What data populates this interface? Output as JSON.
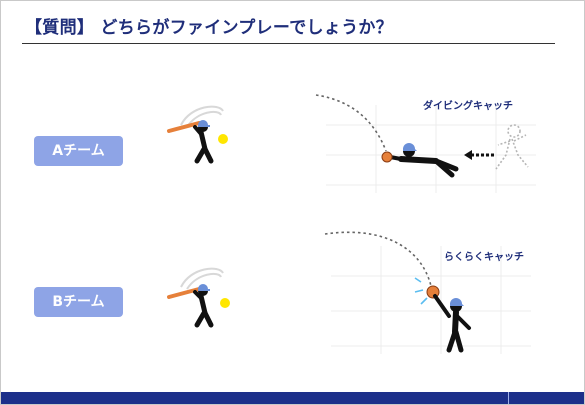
{
  "slide": {
    "title": "【質問】 どちらがファインプレーでしょうか？"
  },
  "teams": {
    "a_label": "Aチーム",
    "b_label": "Bチーム"
  },
  "captions": {
    "diving_catch": "ダイビングキャッチ",
    "easy_catch": "らくらくキャッチ"
  },
  "colors": {
    "title": "#1f2e7a",
    "team_label_bg": "#8ea4e6",
    "footer": "#1c2f8a",
    "ball": "#ffe600",
    "glove": "#e6803a",
    "cap": "#6a8fd8"
  },
  "icons": {
    "batter": "batter-icon",
    "fielder_diving": "diving-fielder-icon",
    "fielder_easy": "standing-fielder-icon",
    "runner": "running-fielder-outline-icon",
    "arrow": "dotted-arrow-icon"
  }
}
